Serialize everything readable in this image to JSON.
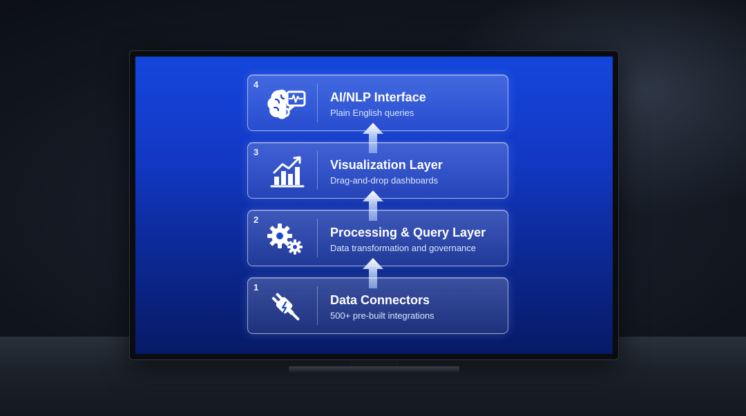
{
  "layers": [
    {
      "number": "4",
      "title": "AI/NLP Interface",
      "subtitle": "Plain English queries",
      "icon": "brain-icon"
    },
    {
      "number": "3",
      "title": "Visualization Layer",
      "subtitle": "Drag-and-drop dashboards",
      "icon": "bar-chart-icon"
    },
    {
      "number": "2",
      "title": "Processing & Query Layer",
      "subtitle": "Data transformation and governance",
      "icon": "gears-icon"
    },
    {
      "number": "1",
      "title": "Data Connectors",
      "subtitle": "500+ pre-built integrations",
      "icon": "plug-icon"
    }
  ],
  "colors": {
    "screen_top": "#1546dc",
    "screen_bottom": "#071a66",
    "card_border": "#ffffff",
    "arrow": "#e8f0ff"
  }
}
